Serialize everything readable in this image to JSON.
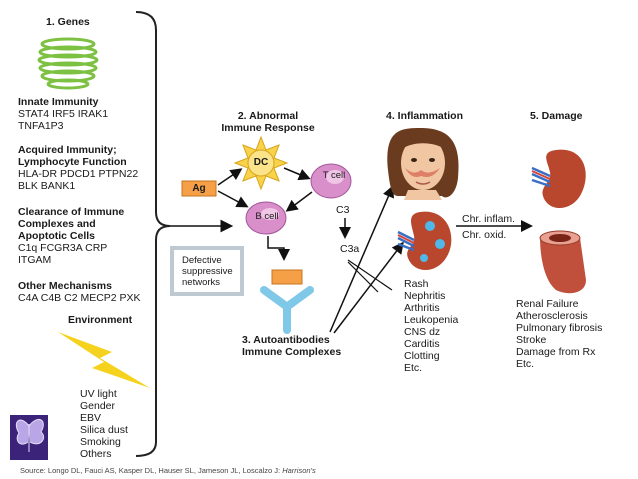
{
  "genes": {
    "title": "1. Genes",
    "innate_title": "Innate Immunity",
    "innate_genes": [
      "STAT4 IRF5 IRAK1",
      "TNFA1P3"
    ],
    "acquired_title": [
      "Acquired Immunity;",
      "Lymphocyte Function"
    ],
    "acquired_genes": [
      "HLA-DR PDCD1 PTPN22",
      "BLK BANK1"
    ],
    "clearance_title": [
      "Clearance of Immune",
      "Complexes and",
      "Apoptotic Cells"
    ],
    "clearance_genes": [
      "C1q FCGR3A CRP",
      "ITGAM"
    ],
    "other_title": "Other Mechanisms",
    "other_genes": "C4A C4B C2 MECP2 PXK"
  },
  "environment": {
    "title": "Environment",
    "items": [
      "UV light",
      "Gender",
      "EBV",
      "Silica dust",
      "Smoking",
      "Others"
    ]
  },
  "immune": {
    "title": [
      "2. Abnormal",
      "Immune Response"
    ],
    "dc": "DC",
    "ag": "Ag",
    "tcell": "T cell",
    "bcell": "B cell",
    "c3": "C3",
    "c3a": "C3a",
    "defective": [
      "Defective",
      "suppressive",
      "networks"
    ]
  },
  "autoantibodies": {
    "title": [
      "3. Autoantibodies",
      "Immune Complexes"
    ]
  },
  "inflammation": {
    "title": "4. Inflammation",
    "items": [
      "Rash",
      "Nephritis",
      "Arthritis",
      "Leukopenia",
      "CNS dz",
      "Carditis",
      "Clotting",
      "Etc."
    ],
    "chr1": "Chr. inflam.",
    "chr2": "Chr. oxid."
  },
  "damage": {
    "title": "5. Damage",
    "items": [
      "Renal Failure",
      "Atherosclerosis",
      "Pulmonary fibrosis",
      "Stroke",
      "Damage from Rx",
      "Etc."
    ]
  },
  "source": {
    "prefix": "Source: Longo DL, Fauci AS, Kasper DL, Hauser SL, Jameson JL, Loscalzo J: ",
    "book": "Harrison's"
  },
  "colors": {
    "dc": "#f7d24a",
    "cell": "#d98fc9",
    "ag": "#f5a046",
    "antibody": "#7fc8e8",
    "lightning": "#f5d21e",
    "kidney": "#b8472e",
    "artery": "#c0503c"
  }
}
